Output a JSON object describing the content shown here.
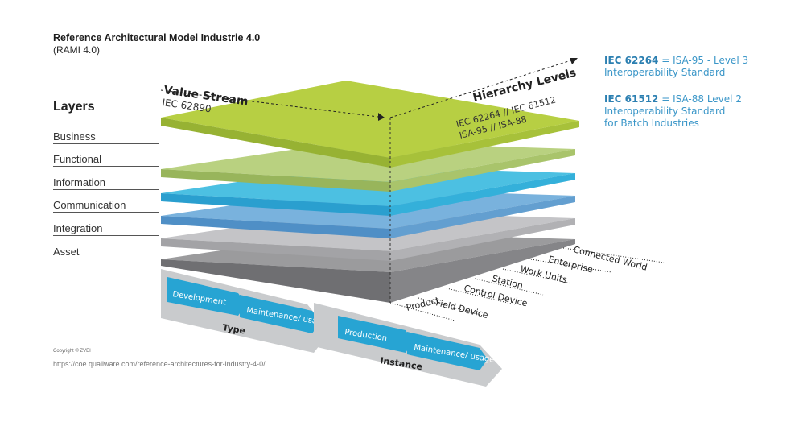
{
  "header": {
    "title": "Reference Architectural Model Industrie 4.0",
    "subtitle": "(RAMI 4.0)"
  },
  "layers": {
    "heading": "Layers",
    "items": [
      "Business",
      "Functional",
      "Information",
      "Communication",
      "Integration",
      "Asset"
    ]
  },
  "axes": {
    "value_stream": {
      "title": "Value Stream",
      "subtitle": "IEC 62890"
    },
    "hierarchy": {
      "title": "Hierarchy Levels",
      "line1": "IEC 62264 // IEC 61512",
      "line2": "ISA-95 // ISA-88"
    },
    "hierarchy_levels": [
      "Product",
      "Field Device",
      "Control Device",
      "Station",
      "Work Units",
      "Enterprise",
      "Connected World"
    ]
  },
  "lifecycle": {
    "type_label": "Type",
    "instance_label": "Instance",
    "type_steps": [
      "Development",
      "Maintenance/ usage"
    ],
    "instance_steps": [
      "Production",
      "Maintenance/ usage"
    ]
  },
  "legend": {
    "item1_code": "IEC 62264",
    "item1_text": " = ISA-95  - Level 3",
    "item1_line2": "Interoperability Standard",
    "item2_code": "IEC 61512",
    "item2_text": " = ISA-88 Level 2",
    "item2_line2": "Interoperability Standard",
    "item2_line3": "for Batch Industries"
  },
  "footer": {
    "copyright": "Copyright © ZVEI",
    "url": "https://coe.qualiware.com/reference-architectures-for-industry-4-0/"
  },
  "colors": {
    "business": "#b6cf3f",
    "functional": "#a8c66a",
    "information": "#39b4db",
    "communication": "#6aa7d6",
    "integration": "#b9b9bc",
    "asset": "#8e8e90",
    "lifecycle_band": "#c4c7c9",
    "lifecycle_arrow": "#27a4d3"
  }
}
